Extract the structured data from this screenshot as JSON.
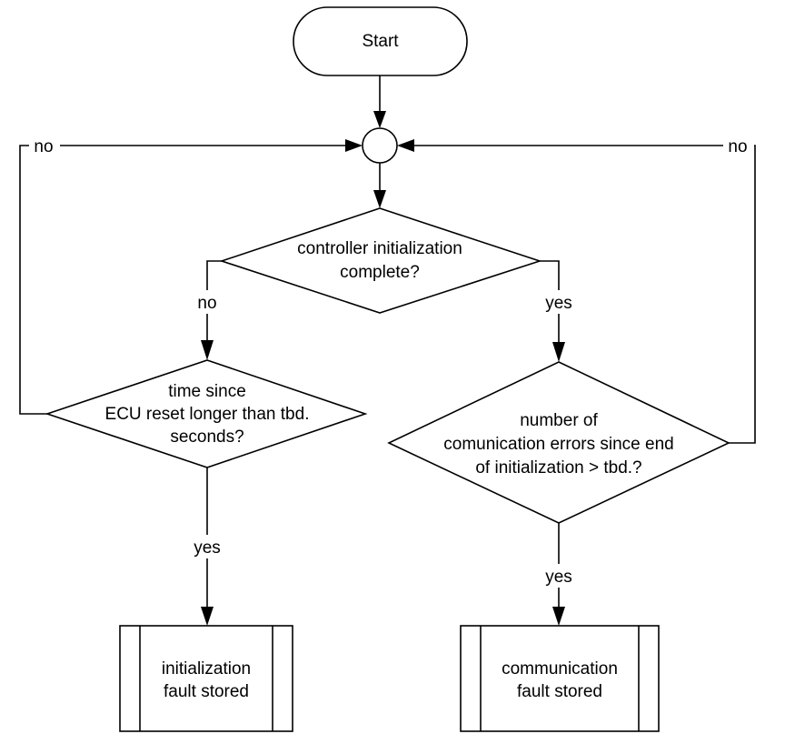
{
  "start": {
    "label": "Start"
  },
  "decisions": {
    "controller_init": {
      "lines": [
        "controller initialization",
        "complete?"
      ]
    },
    "time_since_reset": {
      "lines": [
        "time since",
        "ECU reset longer than tbd.",
        "seconds?"
      ]
    },
    "comm_errors": {
      "lines": [
        "number of",
        "comunication errors since end",
        "of initialization > tbd.?"
      ]
    }
  },
  "processes": {
    "init_fault": {
      "lines": [
        "initialization",
        "fault stored"
      ]
    },
    "comm_fault": {
      "lines": [
        "communication",
        "fault stored"
      ]
    }
  },
  "edge_labels": {
    "loop_left_no": "no",
    "loop_right_no": "no",
    "init_no": "no",
    "init_yes": "yes",
    "reset_yes": "yes",
    "comm_yes": "yes"
  },
  "colors": {
    "stroke": "#000000",
    "fill": "#ffffff"
  }
}
